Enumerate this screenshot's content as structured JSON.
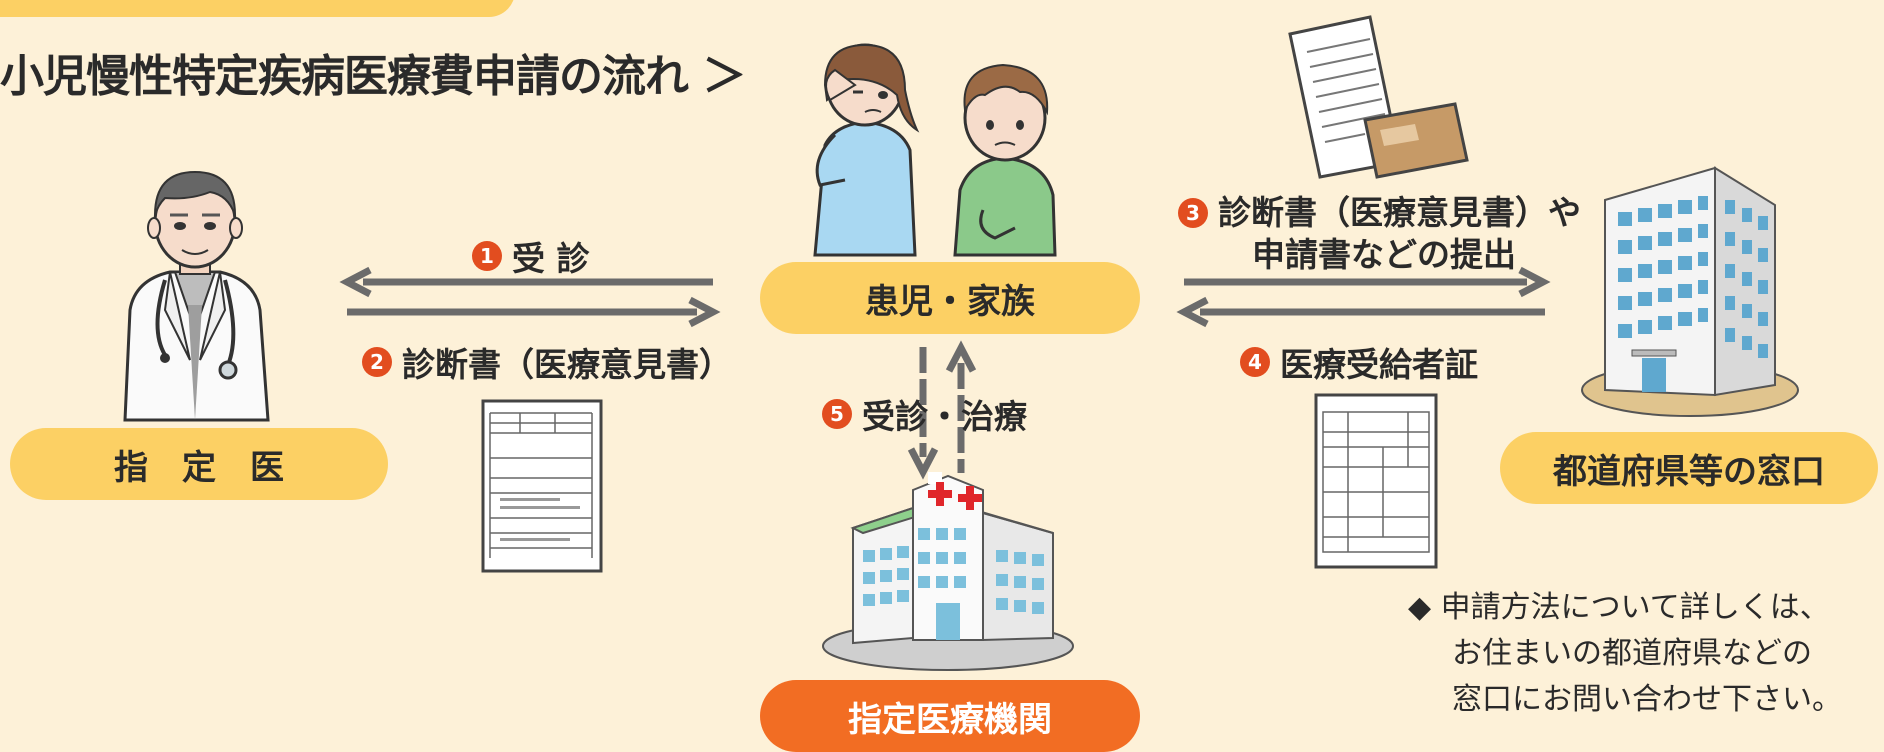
{
  "title": "小児慢性特定疾病医療費申請の流れ ＞",
  "nodes": {
    "doctor": "指　定　医",
    "family": "患児・家族",
    "institution": "指定医療機関",
    "office": "都道府県等の窓口"
  },
  "steps": [
    {
      "num": "1",
      "label": "受 診"
    },
    {
      "num": "2",
      "label": "診断書（医療意見書）"
    },
    {
      "num": "3",
      "label_line1": "診断書（医療意見書）や",
      "label_line2": "申請書などの提出"
    },
    {
      "num": "4",
      "label": "医療受給者証"
    },
    {
      "num": "5",
      "label": "受診・治療"
    }
  ],
  "note": {
    "bullet": "◆",
    "lines": [
      "申請方法について詳しくは、",
      "お住まいの都道府県などの",
      "窓口にお問い合わせ下さい。"
    ]
  },
  "colors": {
    "background": "#fdf1d8",
    "pill_yellow": "#fcd064",
    "pill_orange": "#f26d23",
    "arrow": "#6b6b6b",
    "step_number": "#e24d1f"
  }
}
